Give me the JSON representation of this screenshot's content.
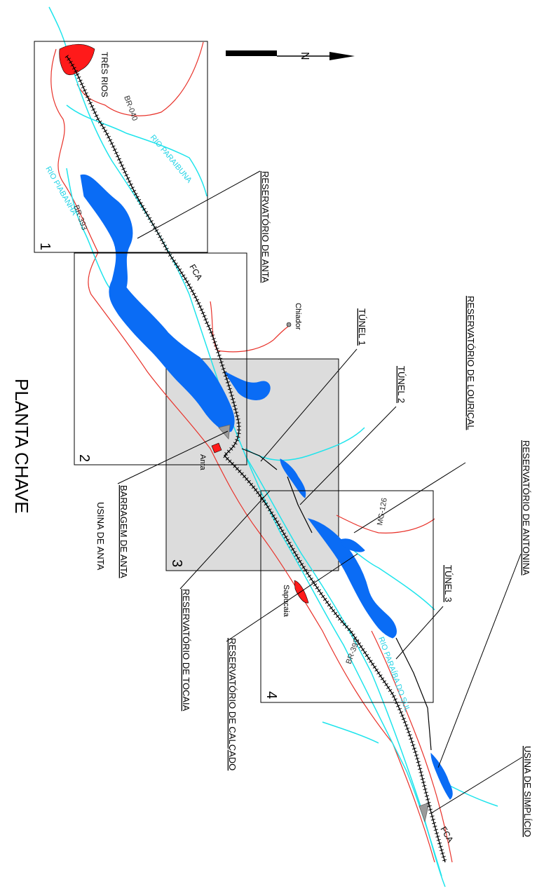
{
  "title": "PLANTA CHAVE",
  "north_label": "N",
  "colors": {
    "river": "#1ee4ec",
    "reservoir": "#0a6cf5",
    "road": "#e8322a",
    "city": "#ff1a1a",
    "panel_fill": "#dcdcdc",
    "line": "#000000"
  },
  "panels": [
    {
      "number": "1"
    },
    {
      "number": "2"
    },
    {
      "number": "3"
    },
    {
      "number": "4"
    }
  ],
  "labels": {
    "res_anta": "RESERVATÓRIO DE ANTA",
    "tunel1": "TÚNEL 1",
    "tunel2": "TÚNEL 2",
    "res_lourical": "RESERVATÓRIO DE LOURIÇAL",
    "res_antonina": "RESERVATÓRIO DE ANTONINA",
    "tunel3": "TÚNEL 3",
    "usina_simplicio": "USINA DE SIMPLÍCIO",
    "barragem_anta": "BARRAGEM DE ANTA",
    "usina_anta": "USINA DE ANTA",
    "res_tocaia": "RESERVATÓRIO DE TOCAIA",
    "res_calcado": "RESERVATÓRIO DE CALÇADO"
  },
  "places": {
    "tres_rios": "TRÊS RIOS",
    "chiador": "Chiador",
    "anta": "Anta",
    "sapucaia": "Sapucaia"
  },
  "roads": {
    "br040": "BR-040",
    "br393_a": "BR-393",
    "br393_b": "BR-393",
    "mg126": "MG-126",
    "fca_a": "FCA",
    "fca_b": "FCA"
  },
  "rivers": {
    "paraibuna": "RIO PARAIBUNA",
    "piabanha": "RIO PIABANHA",
    "paraiba_do_sul": "RIO PARAÍBA DO SUL"
  }
}
